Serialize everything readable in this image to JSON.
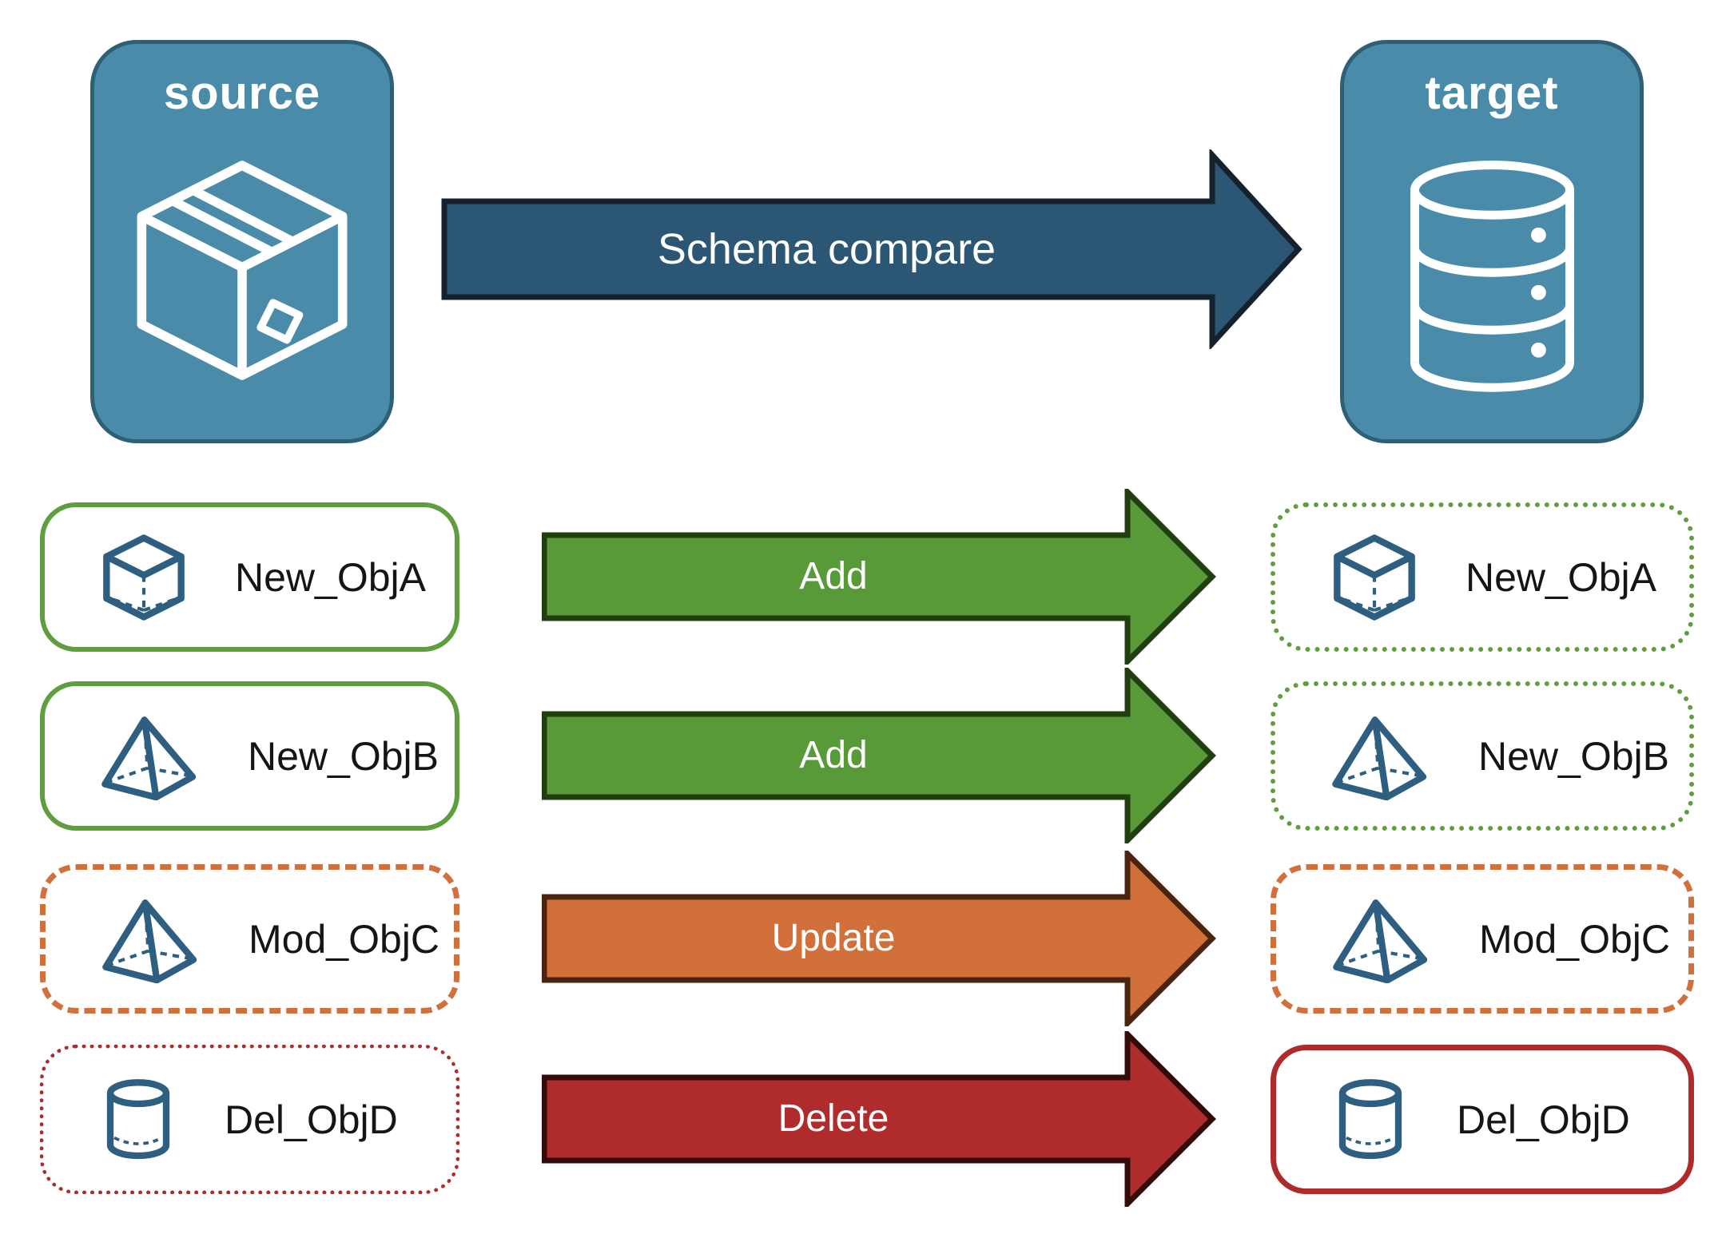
{
  "nodes": {
    "source": {
      "label": "source",
      "icon": "package-icon"
    },
    "target": {
      "label": "target",
      "icon": "database-icon"
    }
  },
  "compare_arrow": {
    "label": "Schema compare"
  },
  "rows": [
    {
      "name": "New_ObjA",
      "icon": "cube-icon",
      "action": "Add",
      "source_border": "solid-green",
      "target_border": "dotted-green"
    },
    {
      "name": "New_ObjB",
      "icon": "pyramid-icon",
      "action": "Add",
      "source_border": "solid-green",
      "target_border": "dotted-green"
    },
    {
      "name": "Mod_ObjC",
      "icon": "pyramid-icon",
      "action": "Update",
      "source_border": "dashed-orange",
      "target_border": "dashed-orange"
    },
    {
      "name": "Del_ObjD",
      "icon": "cylinder-icon",
      "action": "Delete",
      "source_border": "dotted-red",
      "target_border": "solid-red"
    }
  ],
  "colors": {
    "node_fill": "#4A8BA9",
    "node_border": "#2D6076",
    "compare_arrow_fill": "#2B5674",
    "compare_arrow_border": "#15222E",
    "add_arrow_fill": "#579A37",
    "add_arrow_border": "#223D10",
    "update_arrow_fill": "#D2703C",
    "update_arrow_border": "#4A2410",
    "delete_arrow_fill": "#B02B2B",
    "delete_arrow_border": "#330B0B",
    "green_box_border": "#5F9E3E",
    "orange_box_border": "#D2703C",
    "red_box_border": "#AF2B2B",
    "object_icon_stroke": "#2E5F80",
    "arrow_text": "#FFFFFF",
    "object_text": "#151515"
  }
}
